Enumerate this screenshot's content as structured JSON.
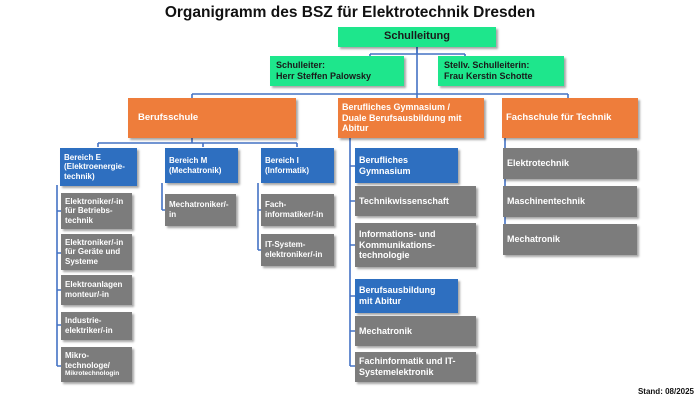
{
  "title": "Organigramm des BSZ für Elektrotechnik Dresden",
  "stamp": "Stand: 08/2025",
  "leadership": {
    "top": "Schulleitung",
    "principal": "Schulleiter:\nHerr Steffen Palowsky",
    "deputy": "Stellv. Schulleiterin:\nFrau Kerstin Schotte"
  },
  "divisions": {
    "berufsschule": "Berufsschule",
    "gymnasium": "Berufliches Gymnasium /\nDuale Berufsausbildung mit\nAbitur",
    "fachschule": "Fachschule für Technik"
  },
  "bereiche": {
    "e": "Bereich E\n(Elektroenergie-\ntechnik)",
    "m": "Bereich M\n(Mechatronik)",
    "i": "Bereich I\n(Informatik)"
  },
  "e_items": [
    "Elektroniker/-in\nfür Betriebs-\ntechnik",
    "Elektroniker/-in\nfür Geräte und\nSysteme",
    "Elektroanlagen\nmonteur/-in",
    "Industrie-\nelektriker/-in"
  ],
  "e_last": {
    "main": "Mikro-\ntechnologe/",
    "sub": "Mikrotechnologin"
  },
  "m_items": [
    "Mechatroniker/-\nin"
  ],
  "i_items": [
    "Fach-\ninformatiker/-in",
    "IT-System-\nelektroniker/-in"
  ],
  "gym": {
    "header": "Berufliches\nGymnasium",
    "items": [
      "Technikwissenschaft",
      "Informations- und\nKommunikations-\ntechnologie"
    ]
  },
  "abitur": {
    "header": "Berufsausbildung\nmit Abitur",
    "items": [
      "Mechatronik",
      "Fachinformatik und IT-\nSystemelektronik"
    ]
  },
  "fachschule_items": [
    "Elektrotechnik",
    "Maschinentechnik",
    "Mechatronik"
  ],
  "colors": {
    "leadership": "#1ee68c",
    "division": "#ee7d3b",
    "bereich": "#2e6fc0",
    "item": "#7c7c7c",
    "connector": "#4472c4"
  }
}
